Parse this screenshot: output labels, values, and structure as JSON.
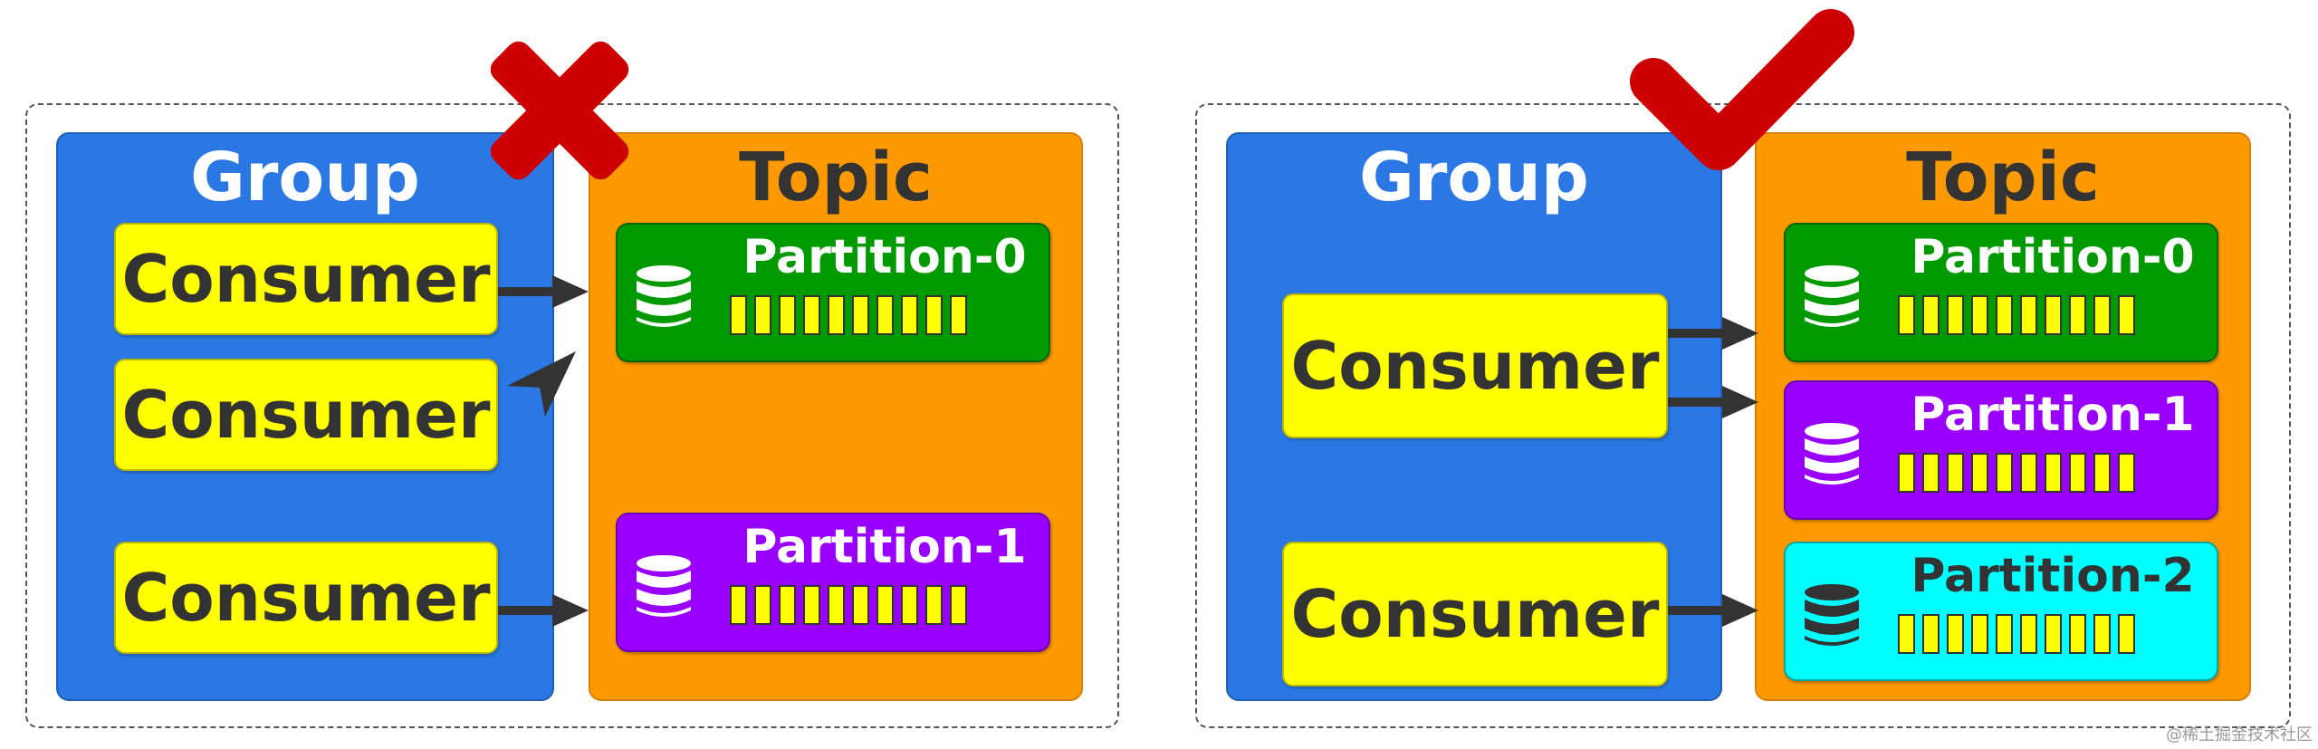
{
  "colors": {
    "group": "#2b78e4",
    "topic": "#ff9900",
    "consumer": "#ffff00",
    "partition_0": "#009900",
    "partition_1": "#9900ff",
    "partition_2": "#00ffff",
    "wrong_mark": "#cc0000",
    "right_mark": "#cc0000",
    "arrow": "#333333"
  },
  "left_panel": {
    "status_icon": "cross-mark-icon",
    "group_title": "Group",
    "topic_title": "Topic",
    "consumers": [
      "Consumer",
      "Consumer",
      "Consumer"
    ],
    "partitions": [
      {
        "label": "Partition-0",
        "color": "#009900",
        "text_color": "#ffffff",
        "icon_color": "#ffffff"
      },
      {
        "label": "Partition-1",
        "color": "#9900ff",
        "text_color": "#ffffff",
        "icon_color": "#ffffff"
      }
    ]
  },
  "right_panel": {
    "status_icon": "check-mark-icon",
    "group_title": "Group",
    "topic_title": "Topic",
    "consumers": [
      "Consumer",
      "Consumer"
    ],
    "partitions": [
      {
        "label": "Partition-0",
        "color": "#009900",
        "text_color": "#ffffff",
        "icon_color": "#ffffff"
      },
      {
        "label": "Partition-1",
        "color": "#9900ff",
        "text_color": "#ffffff",
        "icon_color": "#ffffff"
      },
      {
        "label": "Partition-2",
        "color": "#00ffff",
        "text_color": "#333333",
        "icon_color": "#333333"
      }
    ]
  },
  "watermark": "@稀土掘金技术社区"
}
